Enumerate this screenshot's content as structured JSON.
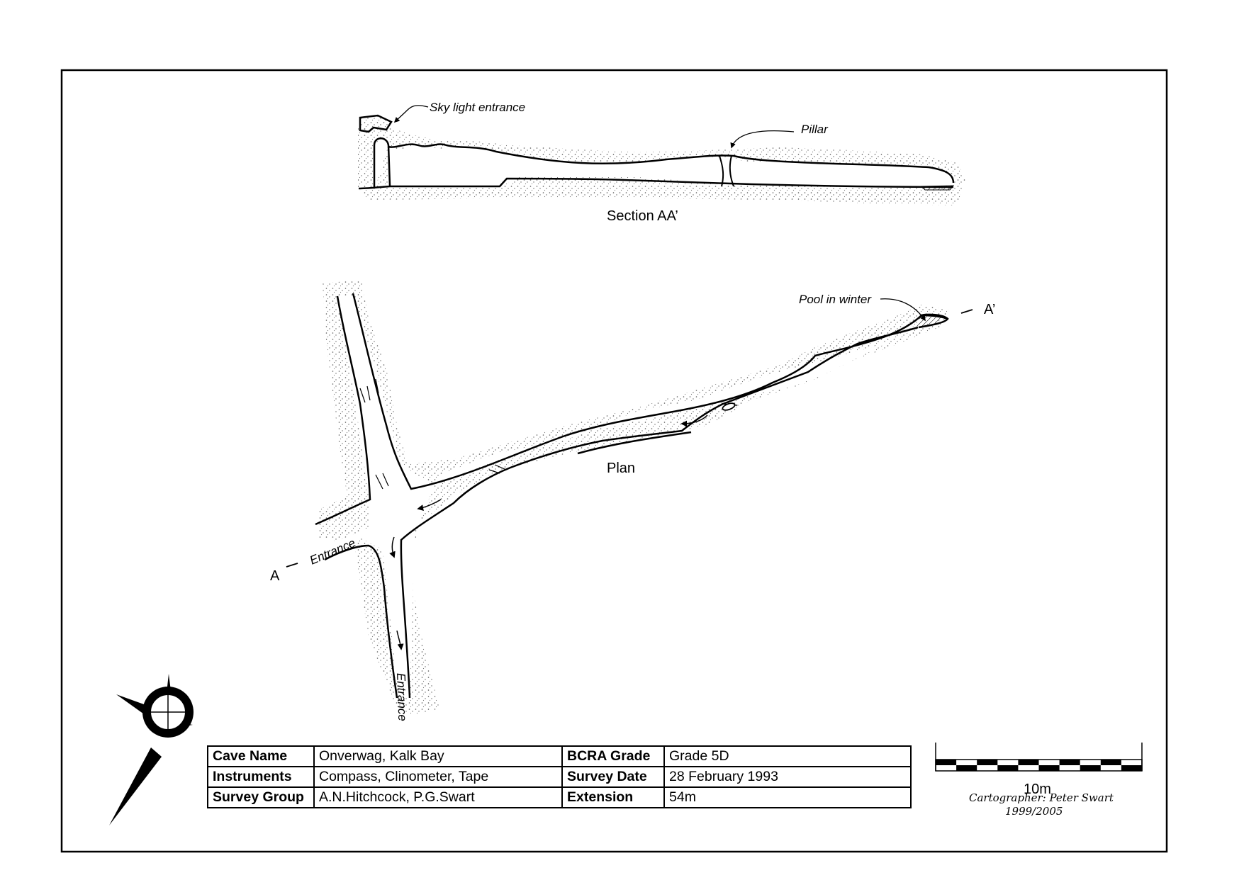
{
  "labels": {
    "sky_light_entrance": "Sky light entrance",
    "pillar": "Pillar",
    "section": "Section AA’",
    "pool_in_winter": "Pool in winter",
    "a_start": "A",
    "a_end": "A’",
    "entrance_west": "Entrance",
    "entrance_south": "Entrance",
    "plan": "Plan"
  },
  "info": {
    "rows": [
      {
        "k1": "Cave Name",
        "v1": "Onverwag, Kalk Bay",
        "k2": "BCRA Grade",
        "v2": "Grade 5D"
      },
      {
        "k1": "Instruments",
        "v1": "Compass, Clinometer, Tape",
        "k2": "Survey Date",
        "v2": "28 February 1993"
      },
      {
        "k1": "Survey Group",
        "v1": "A.N.Hitchcock, P.G.Swart",
        "k2": "Extension",
        "v2": "54m"
      }
    ]
  },
  "scale_bar": {
    "label": "10m",
    "segments": 10
  },
  "cartographer": {
    "line1": "Cartographer: Peter Swart",
    "line2": "1999/2005"
  },
  "icons": {
    "compass": "north-arrow-icon"
  }
}
